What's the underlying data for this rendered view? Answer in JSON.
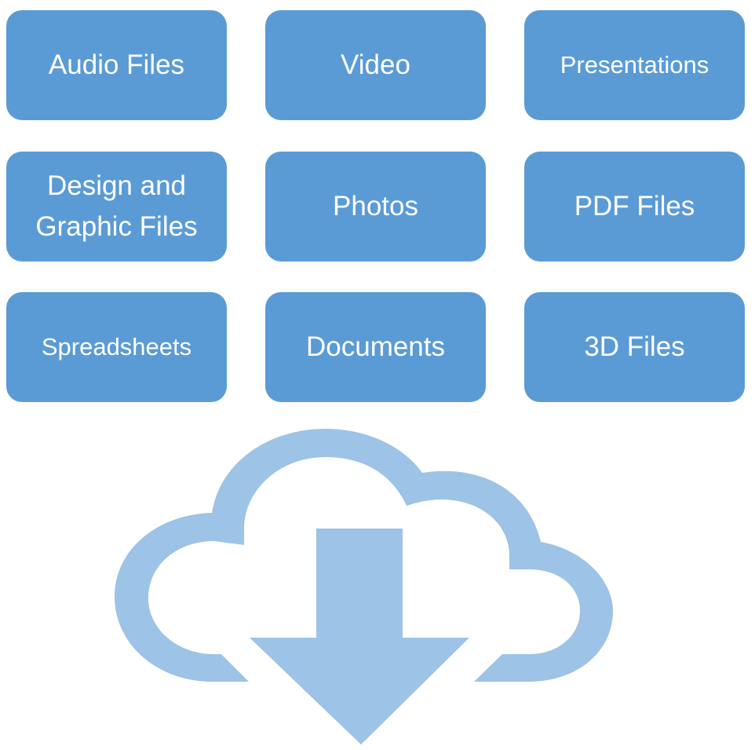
{
  "colors": {
    "tile": "#5b9bd5",
    "cloud": "#9dc3e6",
    "text": "#ffffff"
  },
  "tiles": [
    {
      "label": "Audio Files"
    },
    {
      "label": "Video"
    },
    {
      "label": "Presentations"
    },
    {
      "label": "Design and Graphic Files"
    },
    {
      "label": "Photos"
    },
    {
      "label": "PDF Files"
    },
    {
      "label": "Spreadsheets"
    },
    {
      "label": "Documents"
    },
    {
      "label": "3D Files"
    }
  ],
  "icon": {
    "name": "cloud-download-icon"
  }
}
